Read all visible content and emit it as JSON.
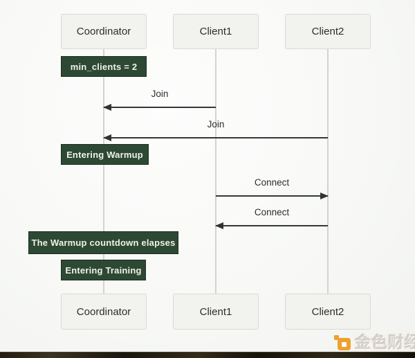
{
  "diagram": {
    "type": "sequence",
    "actors_top": [
      {
        "label": "Coordinator"
      },
      {
        "label": "Client1"
      },
      {
        "label": "Client2"
      }
    ],
    "actors_bottom": [
      {
        "label": "Coordinator"
      },
      {
        "label": "Client1"
      },
      {
        "label": "Client2"
      }
    ],
    "notes": [
      {
        "label": "min_clients = 2",
        "over": "Coordinator"
      },
      {
        "label": "Entering Warmup",
        "over": "Coordinator"
      },
      {
        "label": "The Warmup countdown elapses",
        "over": "Coordinator"
      },
      {
        "label": "Entering Training",
        "over": "Coordinator"
      }
    ],
    "messages": [
      {
        "label": "Join",
        "from": "Client1",
        "to": "Coordinator",
        "direction": "left"
      },
      {
        "label": "Join",
        "from": "Client2",
        "to": "Coordinator",
        "direction": "left"
      },
      {
        "label": "Connect",
        "from": "Client1",
        "to": "Client2",
        "direction": "right"
      },
      {
        "label": "Connect",
        "from": "Client2",
        "to": "Client1",
        "direction": "left"
      }
    ],
    "colors": {
      "note_fill": "#2d4833",
      "note_border": "#1b2e20",
      "actor_fill": "#f2f3ef",
      "actor_border": "#d9d9d4",
      "arrow": "#2f3433",
      "lifeline": "#d3d3cf",
      "background": "#f8f9f7"
    }
  },
  "watermark": {
    "brand": "金色财经",
    "logo_color": "#efa02e"
  }
}
